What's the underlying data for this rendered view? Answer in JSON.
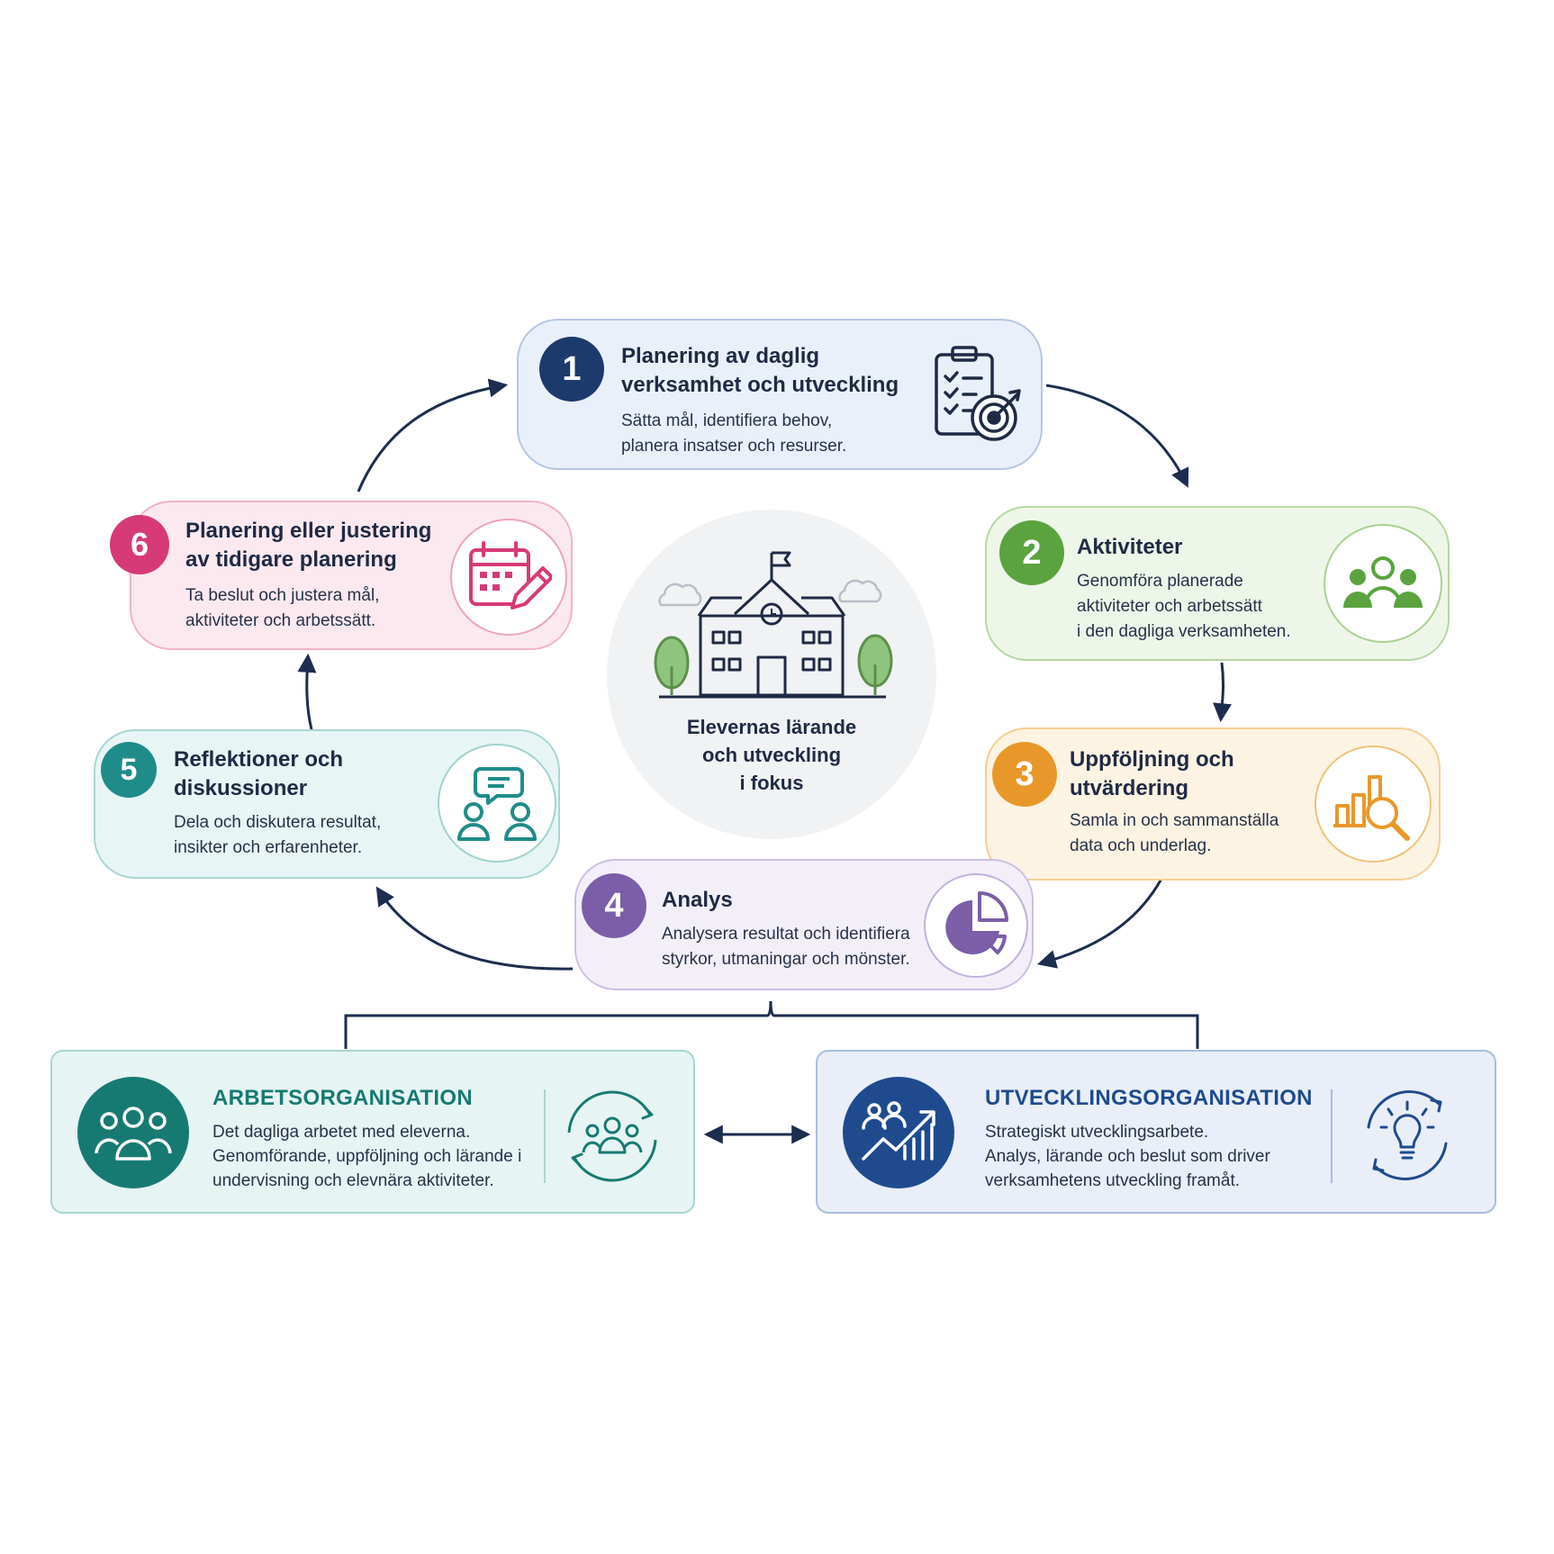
{
  "center": {
    "label": "Elevernas lärande\noch utveckling\ni fokus"
  },
  "steps": [
    {
      "number": "1",
      "title": "Planering av daglig\nverksamhet och utveckling",
      "description": "Sätta mål, identifiera behov,\nplanera insatser och resurser.",
      "color": "#1c3a6b",
      "icon": "clipboard-target-icon"
    },
    {
      "number": "2",
      "title": "Aktiviteter",
      "description": "Genomföra planerade\naktiviteter och arbetssätt\ni den dagliga verksamheten.",
      "color": "#5aa33f",
      "icon": "group-icon"
    },
    {
      "number": "3",
      "title": "Uppföljning och\nutvärdering",
      "description": "Samla in och sammanställa\ndata och underlag.",
      "color": "#e8982a",
      "icon": "chart-magnifier-icon"
    },
    {
      "number": "4",
      "title": "Analys",
      "description": "Analysera resultat och identifiera\nstyrkor, utmaningar och mönster.",
      "color": "#7b5ea7",
      "icon": "pie-chart-icon"
    },
    {
      "number": "5",
      "title": "Reflektioner och\ndiskussioner",
      "description": "Dela och diskutera resultat,\ninsikter och erfarenheter.",
      "color": "#1f8c8a",
      "icon": "discussion-icon"
    },
    {
      "number": "6",
      "title": "Planering eller justering\nav tidigare planering",
      "description": "Ta beslut och justera mål,\naktiviteter och arbetssätt.",
      "color": "#d63a76",
      "icon": "calendar-pencil-icon"
    }
  ],
  "organizations": {
    "work": {
      "title": "ARBETSORGANISATION",
      "description": "Det dagliga arbetet med eleverna.\nGenomförande, uppföljning och lärande i\nundervisning och elevnära aktiviteter.",
      "color": "#177a72",
      "icon": "team-icon"
    },
    "development": {
      "title": "UTVECKLINGSORGANISATION",
      "description": "Strategiskt utvecklingsarbete.\nAnalys, lärande och beslut som driver\nverksamhetens utveckling framåt.",
      "color": "#1f4b8e",
      "icon": "growth-chart-icon"
    }
  }
}
